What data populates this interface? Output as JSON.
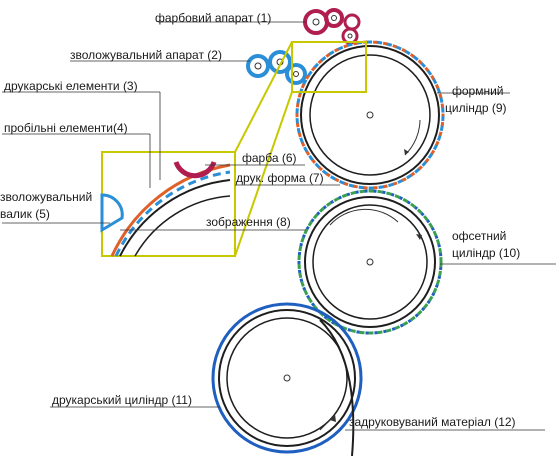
{
  "labels": {
    "ink_unit": "фарбовий апарат (1)",
    "damping_unit": "зволожувальний апарат (2)",
    "print_elements": "друкарські елементи (3)",
    "blank_elements": "пробільні елементи(4)",
    "damping_roller_l1": "зволожувальний",
    "damping_roller_l2": "валик (5)",
    "ink": "фарба (6)",
    "print_form": "друк. форма (7)",
    "image": "зображення (8)",
    "form_cyl_l1": "формний",
    "form_cyl_l2": "циліндр (9)",
    "offset_cyl_l1": "офсетний",
    "offset_cyl_l2": "циліндр (10)",
    "print_cyl": "друкарський циліндр (11)",
    "material": "задруковуваний матеріал (12)"
  },
  "colors": {
    "line": "#333333",
    "frame": "#c8c800",
    "ink": "#b01e50",
    "water": "#2a8fd6",
    "form_edge": "#e0602a",
    "cylinder": "#1e1e1e",
    "blue_ring": "#1f5fc0",
    "green_ring": "#3aa050"
  }
}
